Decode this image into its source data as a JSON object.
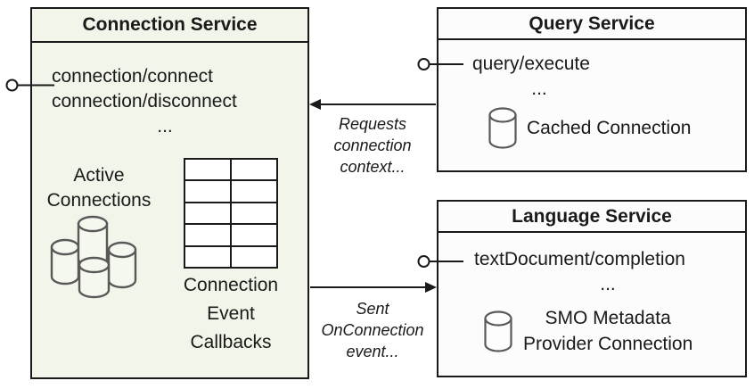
{
  "connection_service": {
    "title": "Connection Service",
    "methods": [
      "connection/connect",
      "connection/disconnect"
    ],
    "ellipsis": "...",
    "active_connections_label": [
      "Active",
      "Connections"
    ],
    "callbacks_label": [
      "Connection",
      "Event",
      "Callbacks"
    ],
    "callbacks_table": {
      "rows": 5,
      "columns": 2
    }
  },
  "query_service": {
    "title": "Query Service",
    "methods": [
      "query/execute"
    ],
    "ellipsis": "...",
    "cached_connection_label": "Cached Connection"
  },
  "language_service": {
    "title": "Language Service",
    "methods": [
      "textDocument/completion"
    ],
    "ellipsis": "...",
    "smo_label": [
      "SMO Metadata",
      "Provider Connection"
    ]
  },
  "arrows": {
    "requests": {
      "label": [
        "Requests",
        "connection",
        "context..."
      ]
    },
    "sent": {
      "label": [
        "Sent",
        "OnConnection",
        "event..."
      ]
    }
  },
  "colors": {
    "line": "#1a1a1a",
    "connection_box_fill": "#f1f5ea",
    "service_box_fill": "#fcfcfd",
    "cylinder_stroke": "#595959"
  }
}
